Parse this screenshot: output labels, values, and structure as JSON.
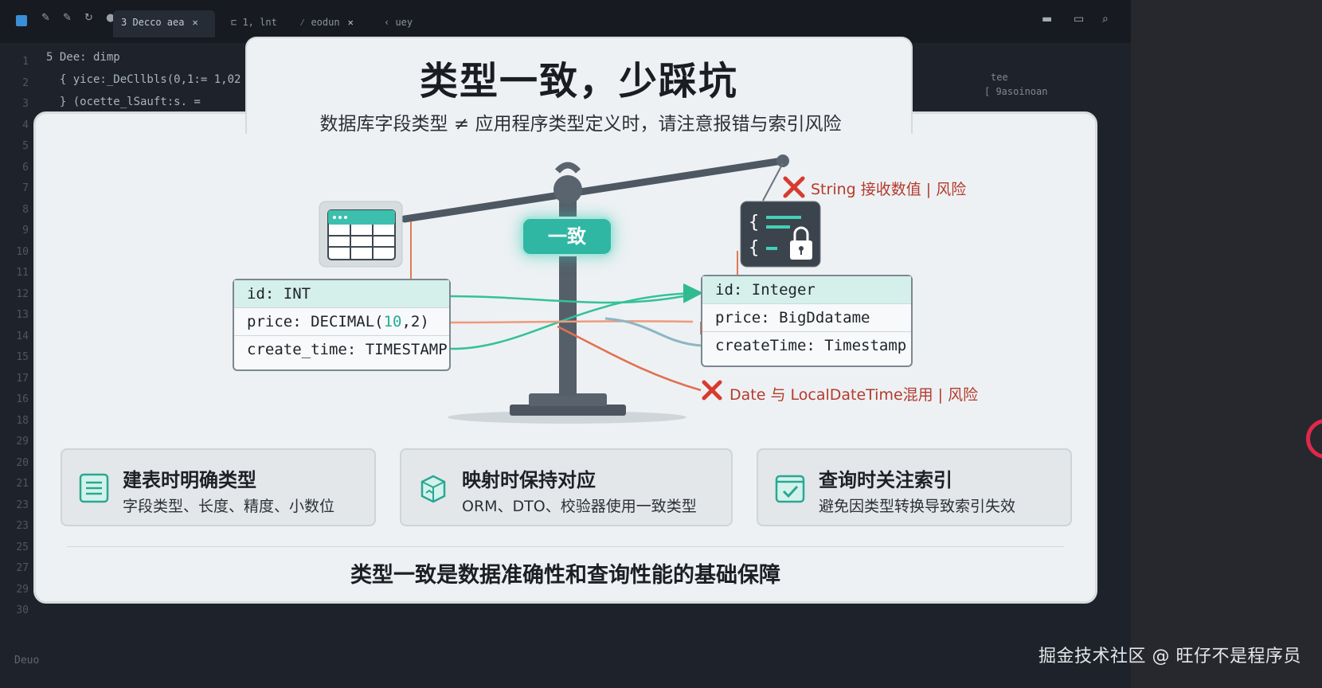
{
  "editor": {
    "tabs": [
      "3 Decco aea",
      "1, lnt",
      "eodun",
      "uey"
    ],
    "line_numbers": [
      "1",
      "2",
      "3",
      "4",
      "5",
      "6",
      "7",
      "8",
      "9",
      "10",
      "11",
      "12",
      "13",
      "14",
      "15",
      "17",
      "16",
      "18",
      "29",
      "20",
      "21",
      "23",
      "23",
      "25",
      "27",
      "29",
      "30"
    ],
    "code_lines": [
      "5 Dee: dimp",
      "  { yice:_DeCllbls(0,1:= 1,02",
      "  } (ocette_lSauft:s. ="
    ],
    "right_code": [
      "tee",
      "[ 9asoinoan"
    ],
    "status": "Deuo"
  },
  "card": {
    "title": "类型一致，少踩坑",
    "subtitle": "数据库字段类型 ≠ 应用程序类型定义时，请注意报错与索引风险",
    "badge": "一致",
    "db_fields": [
      "id: INT",
      "price: DECIMAL(10,2)",
      "create_time: TIMESTAMP"
    ],
    "app_fields": [
      "id: Integer",
      "price: BigDdatame",
      "createTime: Timestamp"
    ],
    "risk_top": "String 接收数值 | 风险",
    "risk_bottom": "Date 与 LocalDateTime混用 | 风险",
    "features": [
      {
        "title": "建表时明确类型",
        "desc": "字段类型、长度、精度、小数位",
        "icon": "table-schema-icon"
      },
      {
        "title": "映射时保持对应",
        "desc": "ORM、DTO、校验器使用一致类型",
        "icon": "mapping-cube-icon"
      },
      {
        "title": "查询时关注索引",
        "desc": "避免因类型转换导致索引失效",
        "icon": "checkbox-icon"
      }
    ],
    "conclusion": "类型一致是数据准确性和查询性能的基础保障"
  },
  "credit": "掘金技术社区 @ 旺仔不是程序员",
  "colors": {
    "accent": "#2fb7a4",
    "risk": "#c0392b",
    "mismatch": "#e2704f"
  }
}
